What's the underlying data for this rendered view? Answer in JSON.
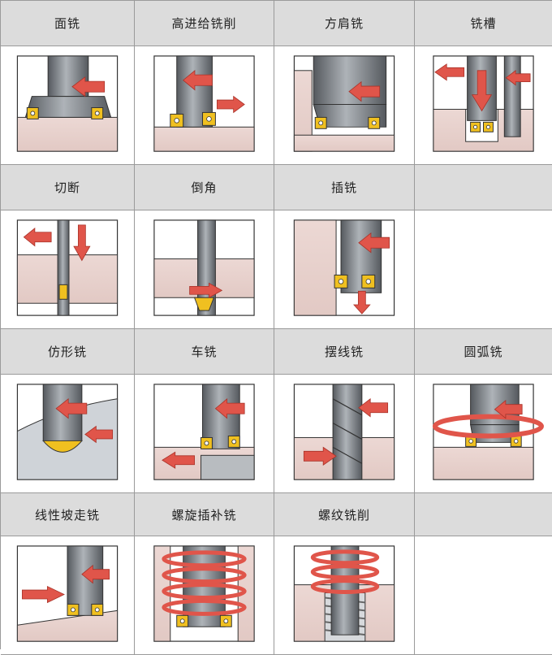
{
  "cells": [
    {
      "label": "面铣",
      "icon": "face-milling-illustration"
    },
    {
      "label": "高进给铣削",
      "icon": "high-feed-milling-illustration"
    },
    {
      "label": "方肩铣",
      "icon": "square-shoulder-milling-illustration"
    },
    {
      "label": "铣槽",
      "icon": "slot-milling-illustration"
    },
    {
      "label": "切断",
      "icon": "parting-off-illustration"
    },
    {
      "label": "倒角",
      "icon": "chamfering-illustration"
    },
    {
      "label": "插铣",
      "icon": "plunge-milling-illustration"
    },
    {
      "label": "",
      "icon": ""
    },
    {
      "label": "仿形铣",
      "icon": "profile-milling-illustration"
    },
    {
      "label": "车铣",
      "icon": "turn-milling-illustration"
    },
    {
      "label": "摆线铣",
      "icon": "trochoidal-milling-illustration"
    },
    {
      "label": "圆弧铣",
      "icon": "circular-milling-illustration"
    },
    {
      "label": "线性坡走铣",
      "icon": "linear-ramping-illustration"
    },
    {
      "label": "螺旋插补铣",
      "icon": "helical-interpolation-illustration"
    },
    {
      "label": "螺纹铣削",
      "icon": "thread-milling-illustration"
    },
    {
      "label": "",
      "icon": ""
    }
  ],
  "colors": {
    "header_bg": "#dcdcdc",
    "workpiece": "#e2c9c4",
    "tool_dark": "#55595e",
    "tool_light": "#aeb3b8",
    "insert": "#f0c020",
    "arrow": "#e0554a"
  }
}
